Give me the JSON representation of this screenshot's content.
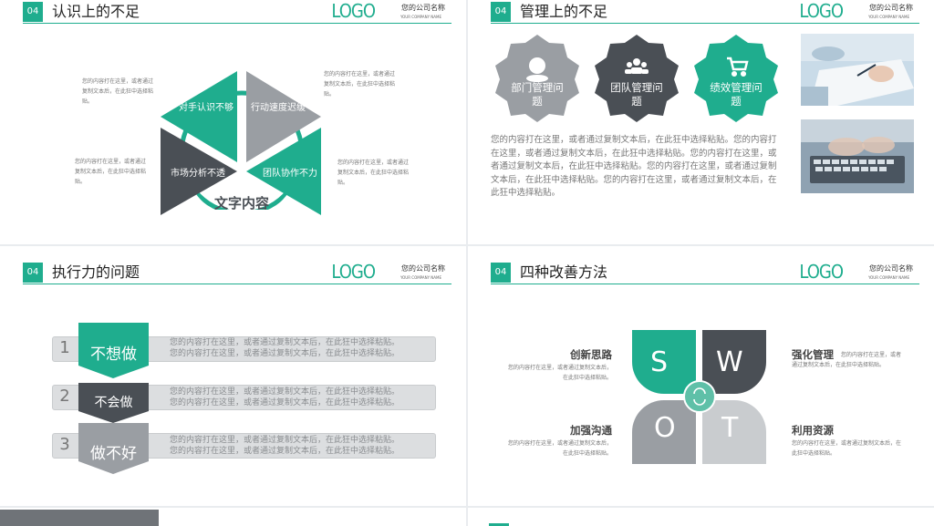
{
  "header": {
    "num": "04",
    "logo": "LOGO",
    "company": "您的公司名称",
    "company_sub": "YOUR COMPANY NAME"
  },
  "colors": {
    "accent": "#1fad8e",
    "dark": "#4a4f55",
    "gray": "#9a9ea3",
    "light": "#c9cccf"
  },
  "slide1": {
    "title": "认识上的不足",
    "tri_labels": [
      "对手认识不够",
      "行动速度迟缓",
      "市场分析不透",
      "团队协作不力"
    ],
    "center": "文字内容",
    "notes": [
      "您的内容打在这里，或者通过复制文本后，在此狂中选择粘贴。",
      "您的内容打在这里，或者通过复制文本后，在此狂中选择粘贴。",
      "您的内容打在这里，或者通过复制文本后，在此狂中选择粘贴。",
      "您的内容打在这里，或者通过复制文本后，在此狂中选择粘贴。"
    ]
  },
  "slide2": {
    "title": "管理上的不足",
    "badges": [
      {
        "label": "部门管理问题",
        "icon": "user-icon"
      },
      {
        "label": "团队管理问题",
        "icon": "team-icon"
      },
      {
        "label": "绩效管理问题",
        "icon": "cart-icon"
      }
    ],
    "body": "您的内容打在这里，或者通过复制文本后，在此狂中选择粘贴。您的内容打在这里，或者通过复制文本后，在此狂中选择粘贴。您的内容打在这里，或者通过复制文本后，在此狂中选择粘贴。您的内容打在这里，或者通过复制文本后，在此狂中选择粘贴。您的内容打在这里，或者通过复制文本后，在此狂中选择粘贴。"
  },
  "slide3": {
    "title": "执行力的问题",
    "rows": [
      {
        "num": "1",
        "label": "不想做",
        "text1": "您的内容打在这里，或者通过复制文本后，在此狂中选择粘贴。",
        "text2": "您的内容打在这里，或者通过复制文本后，在此狂中选择粘贴。"
      },
      {
        "num": "2",
        "label": "不会做",
        "text1": "您的内容打在这里，或者通过复制文本后，在此狂中选择粘贴。",
        "text2": "您的内容打在这里，或者通过复制文本后，在此狂中选择粘贴。"
      },
      {
        "num": "3",
        "label": "做不好",
        "text1": "您的内容打在这里，或者通过复制文本后，在此狂中选择粘贴。",
        "text2": "您的内容打在这里，或者通过复制文本后，在此狂中选择粘贴。"
      }
    ]
  },
  "slide4": {
    "title": "四种改善方法",
    "letters": [
      "S",
      "W",
      "O",
      "T"
    ],
    "items": [
      {
        "title": "创新思路",
        "text": "您的内容打在这里，或者通过复制文本后，在此狂中选择粘贴。"
      },
      {
        "title": "强化管理",
        "text": "您的内容打在这里，或者通过复制文本后，在此狂中选择粘贴。"
      },
      {
        "title": "加强沟通",
        "text": "您的内容打在这里，或者通过复制文本后，在此狂中选择粘贴。"
      },
      {
        "title": "利用资源",
        "text": "您的内容打在这里，或者通过复制文本后，在此狂中选择粘贴。"
      }
    ]
  }
}
